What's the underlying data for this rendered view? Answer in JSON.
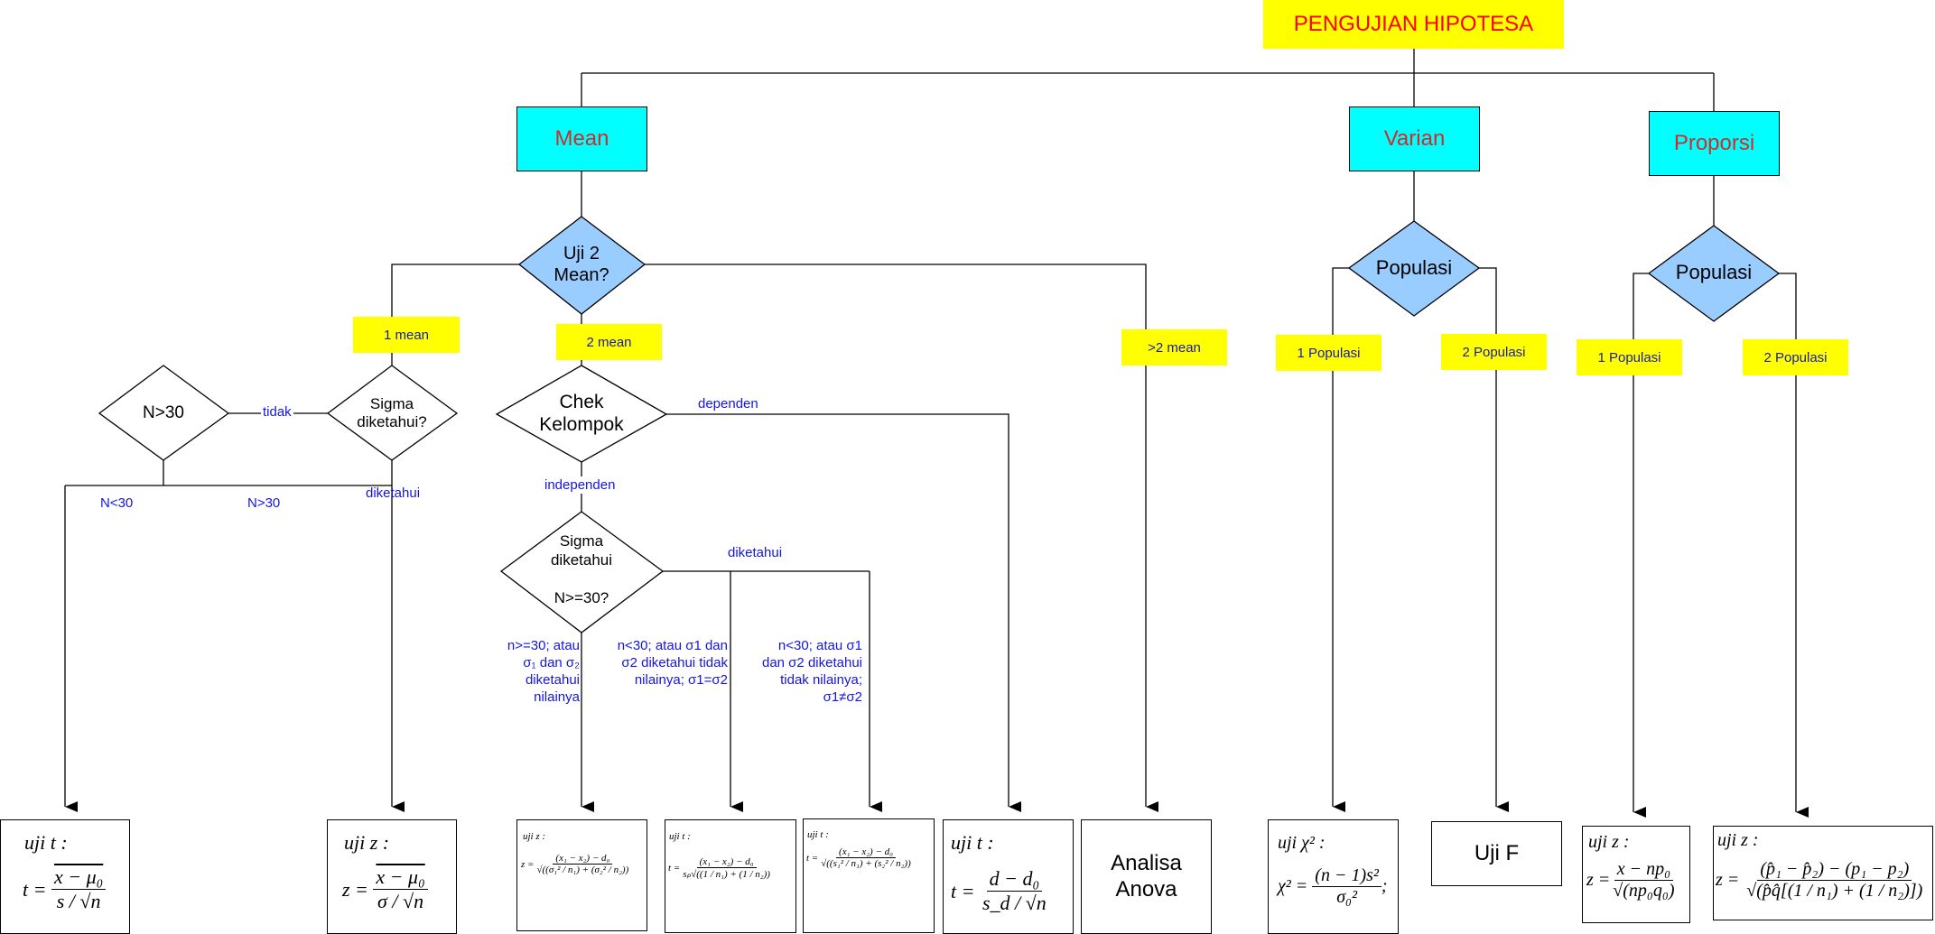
{
  "title": "PENGUJIAN HIPOTESA",
  "categories": {
    "mean": "Mean",
    "varian": "Varian",
    "proporsi": "Proporsi"
  },
  "decisions": {
    "uji2mean": "Uji 2\nMean?",
    "n30": "N>30",
    "sigma1": "Sigma\ndiketahui?",
    "chek": "Chek\nKelompok",
    "sigma2": "Sigma\ndiketahui\n\nN>=30?",
    "populasi_varian": "Populasi",
    "populasi_proporsi": "Populasi"
  },
  "branch_labels": {
    "one_mean": "1 mean",
    "two_mean": "2 mean",
    "gt2_mean": ">2 mean",
    "v_1pop": "1 Populasi",
    "v_2pop": "2 Populasi",
    "p_1pop": "1 Populasi",
    "p_2pop": "2 Populasi"
  },
  "edge_labels": {
    "tidak": "tidak",
    "n_lt30": "N<30",
    "n_gt30": "N>30",
    "diketahui1": "diketahui",
    "dependen": "dependen",
    "independen": "independen",
    "diketahui2": "diketahui",
    "cond_a": "n>=30; atau\nσ₁ dan σ₂\ndiketahui\nnilainya",
    "cond_b": "n<30; atau σ1 dan\nσ2 diketahui tidak\nnilainya; σ1=σ2",
    "cond_c": "n<30; atau σ1\ndan σ2 diketahui\ntidak nilainya;\nσ1≠σ2"
  },
  "results": {
    "t1": {
      "head": "uji   t :",
      "lhs": "t =",
      "num": "x − μ₀",
      "den": "s / √n"
    },
    "z1": {
      "head": "uji   z :",
      "lhs": "z =",
      "num": "x − μ₀",
      "den": "σ / √n"
    },
    "z2": {
      "head": "uji   z :",
      "lhs": "z =",
      "num": "(x₁ − x₂) − d₀",
      "den": "√((σ₁² / n₁) + (σ₂² / n₂))"
    },
    "t2": {
      "head": "uji   t :",
      "lhs": "t =",
      "num": "(x₁ − x₂) − d₀",
      "den": "sₚ√((1 / n₁) + (1 / n₂))"
    },
    "t3": {
      "head": "uji   t :",
      "lhs": "t =",
      "num": "(x₁ − x₂) − d₀",
      "den": "√((s₁² / n₁) + (s₂² / n₂))"
    },
    "t4": {
      "head": "uji   t :",
      "lhs": "t =",
      "num": "d − d₀",
      "den": "s_d / √n"
    },
    "anova": "Analisa\nAnova",
    "chi": {
      "head": "uji   χ² :",
      "lhs": "χ² =",
      "num": "(n − 1)s²",
      "den": "σ₀²",
      "tail": ";"
    },
    "ujif": "Uji F",
    "zp1": {
      "head": "uji   z :",
      "lhs": "z =",
      "num": "x − np₀",
      "den": "√(np₀q₀)"
    },
    "zp2": {
      "head": "uji   z :",
      "lhs": "z =",
      "num": "(p̂₁ − p̂₂) − (p₁ − p₂)",
      "den": "√(p̂q̂[(1 / n₁) + (1 / n₂)])"
    }
  }
}
